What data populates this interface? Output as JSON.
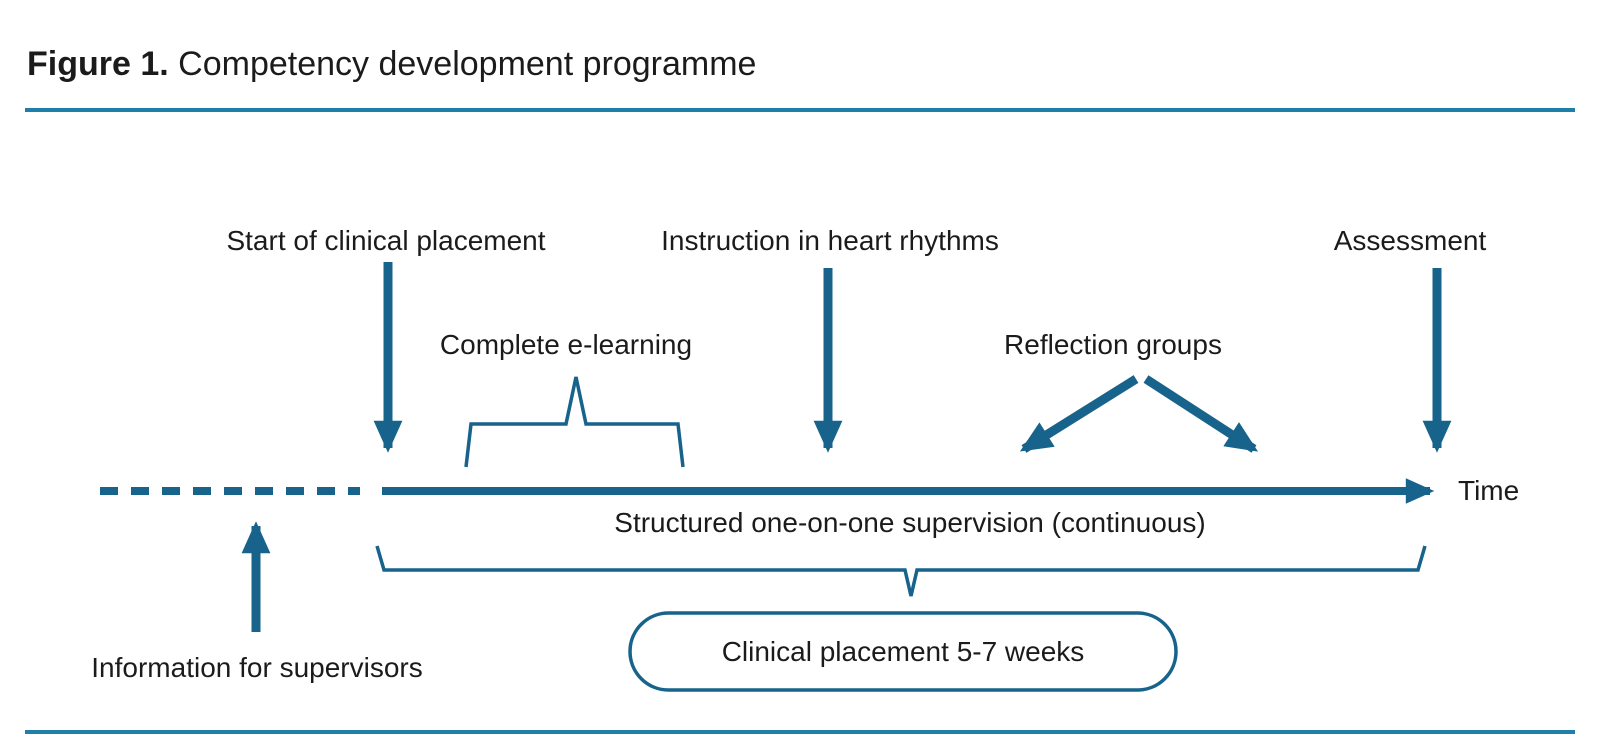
{
  "figure": {
    "label": "Figure 1.",
    "title": "Competency development programme"
  },
  "colors": {
    "accent": "#17638b",
    "rule": "#1f7fa8",
    "text": "#1b1b1b"
  },
  "diagram": {
    "events": [
      {
        "label": "Start of clinical placement"
      },
      {
        "label": "Instruction in heart rhythms"
      },
      {
        "label": "Assessment"
      }
    ],
    "activities": [
      {
        "label": "Complete e-learning"
      },
      {
        "label": "Reflection groups"
      }
    ],
    "axis_label": "Time",
    "supervision_label": "Structured one-on-one supervision (continuous)",
    "placement_label": "Clinical placement 5-7 weeks",
    "supervisors_label": "Information for supervisors"
  }
}
